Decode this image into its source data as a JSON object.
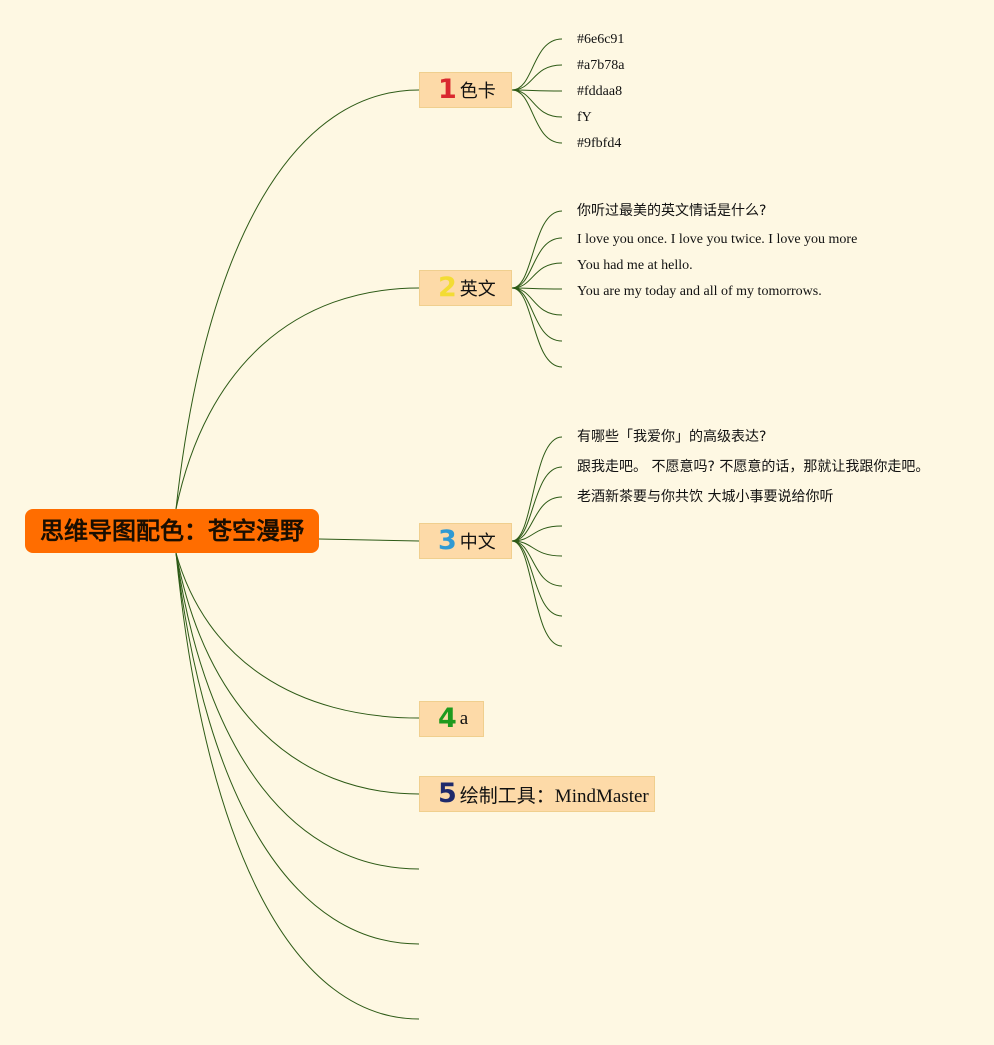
{
  "root": {
    "label": "思维导图配色：苍空漫野",
    "color": "#ff6d00"
  },
  "topics": [
    {
      "num": "1",
      "num_color": "#d9282f",
      "label": "色卡",
      "leaves": [
        "#6e6c91",
        "#a7b78a",
        "#fddaa8",
        "fY",
        "#9fbfd4"
      ]
    },
    {
      "num": "2",
      "num_color": "#f3dc34",
      "label": "英文",
      "leaves": [
        "你听过最美的英文情话是什么?",
        "I love you once. I love you twice. I love you more",
        "You had me at hello.",
        "You are my today and all of my tomorrows."
      ]
    },
    {
      "num": "3",
      "num_color": "#2f9ad3",
      "label": "中文",
      "leaves": [
        "有哪些「我爱你」的高级表达?",
        "跟我走吧。 不愿意吗? 不愿意的话，那就让我跟你走吧。",
        "老酒新茶要与你共饮 大城小事要说给你听"
      ]
    },
    {
      "num": "4",
      "num_color": "#1e9a1e",
      "label": "a",
      "leaves": []
    },
    {
      "num": "5",
      "num_color": "#1f2a6b",
      "label": "绘制工具：MindMaster",
      "leaves": []
    }
  ],
  "colors": {
    "background": "#fef8e3",
    "topic_fill": "#fddaa8",
    "line": "#2d5a16"
  }
}
